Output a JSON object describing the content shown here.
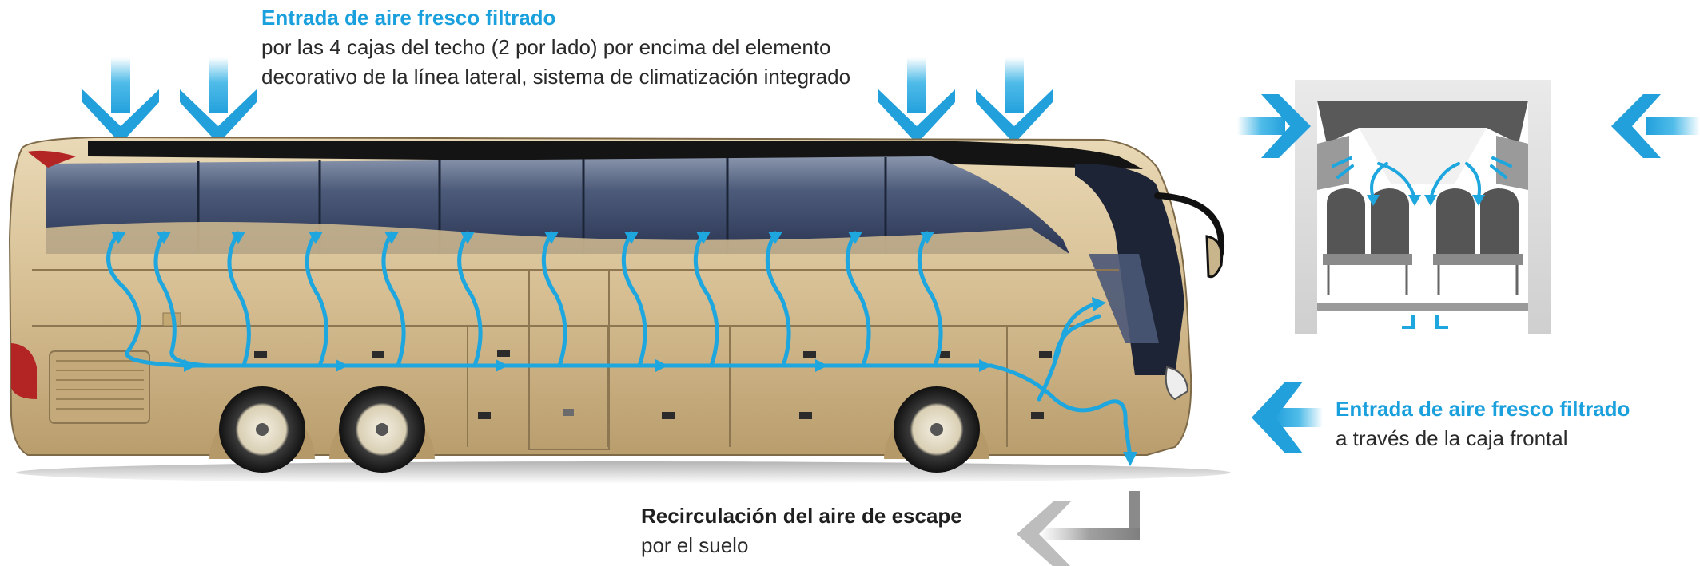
{
  "colors": {
    "accent": "#1aa0dc",
    "arrow_blue": "#3cb4e6",
    "exhaust_gray": "#8a8a8a",
    "body": "#d8c29a",
    "window": "#3b4a66"
  },
  "labels": {
    "roof_intake": {
      "title": "Entrada de aire fresco filtrado",
      "description": "por las 4 cajas del techo (2 por lado) por encima del elemento decorativo de la línea lateral, sistema de climatización integrado"
    },
    "front_intake": {
      "title": "Entrada de aire fresco filtrado",
      "description": "a través de la caja frontal"
    },
    "exhaust": {
      "title": "Recirculación del aire de escape",
      "description": "por el suelo"
    }
  },
  "icons": {
    "roof_arrows": "arrow-down-icon",
    "side_arrows": "arrow-right-icon",
    "front_arrow": "arrow-left-icon",
    "exhaust_arrow": "return-arrow-icon"
  }
}
